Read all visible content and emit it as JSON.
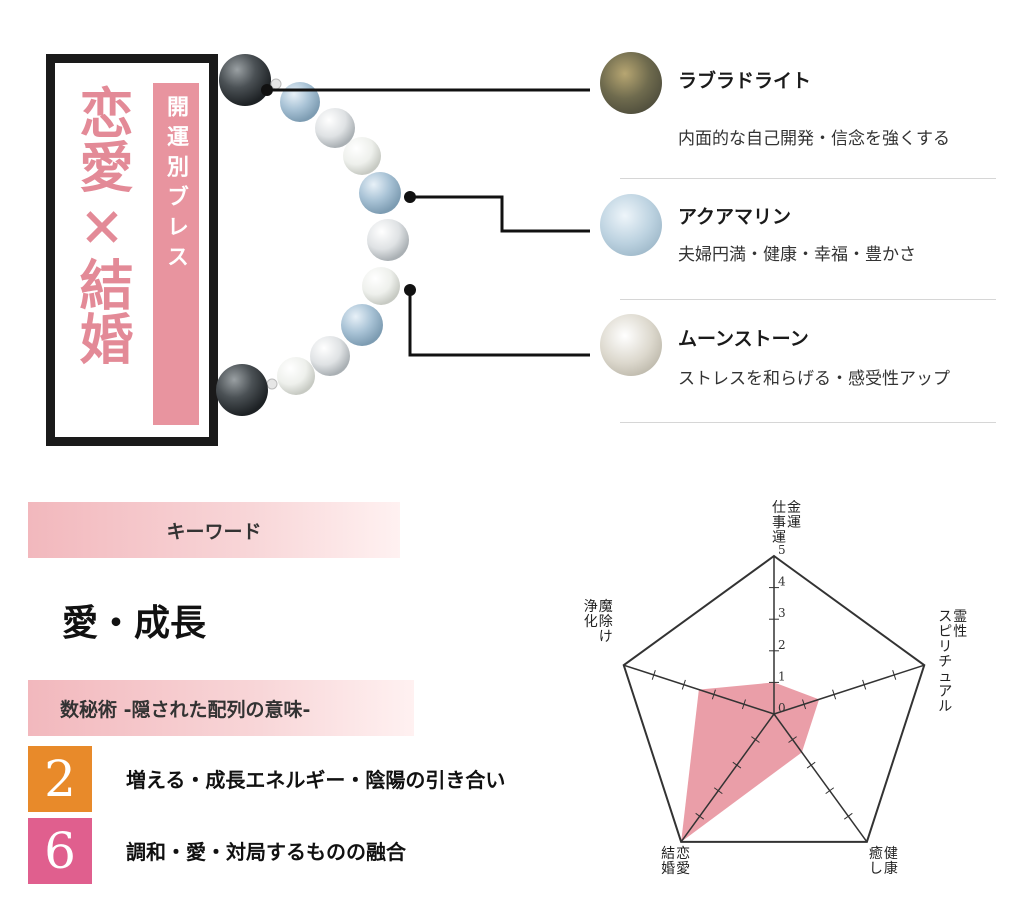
{
  "title": {
    "main": "恋愛×結婚",
    "sub": "開運別ブレス"
  },
  "stones": [
    {
      "name": "ラブラドライト",
      "desc": "内面的な自己開発・信念を強くする",
      "color": "#6b6a58"
    },
    {
      "name": "アクアマリン",
      "desc": "夫婦円満・健康・幸福・豊かさ",
      "color": "#b9cfdc"
    },
    {
      "name": "ムーンストーン",
      "desc": "ストレスを和らげる・感受性アップ",
      "color": "#d8d5cc"
    }
  ],
  "keyword": {
    "label": "キーワード",
    "text": "愛・成長"
  },
  "numerology": {
    "label": "数秘術 -隠された配列の意味-",
    "items": [
      {
        "number": "2",
        "text": "増える・成長エネルギー・陰陽の引き合い",
        "color": "#e88a2a"
      },
      {
        "number": "6",
        "text": "調和・愛・対局するものの融合",
        "color": "#e05f8e"
      }
    ]
  },
  "chart_data": {
    "type": "radar",
    "axes": [
      {
        "label": "金運\n仕事運",
        "value": 1
      },
      {
        "label": "霊性\nスピリチュアル",
        "value": 1.5
      },
      {
        "label": "健康\n癒し",
        "value": 1.5
      },
      {
        "label": "恋愛\n結婚",
        "value": 5
      },
      {
        "label": "魔除け\n浄化",
        "value": 2.5
      }
    ],
    "scale": [
      "0",
      "1",
      "2",
      "3",
      "4",
      "5"
    ],
    "max": 5,
    "fill_color": "#e8949f"
  }
}
